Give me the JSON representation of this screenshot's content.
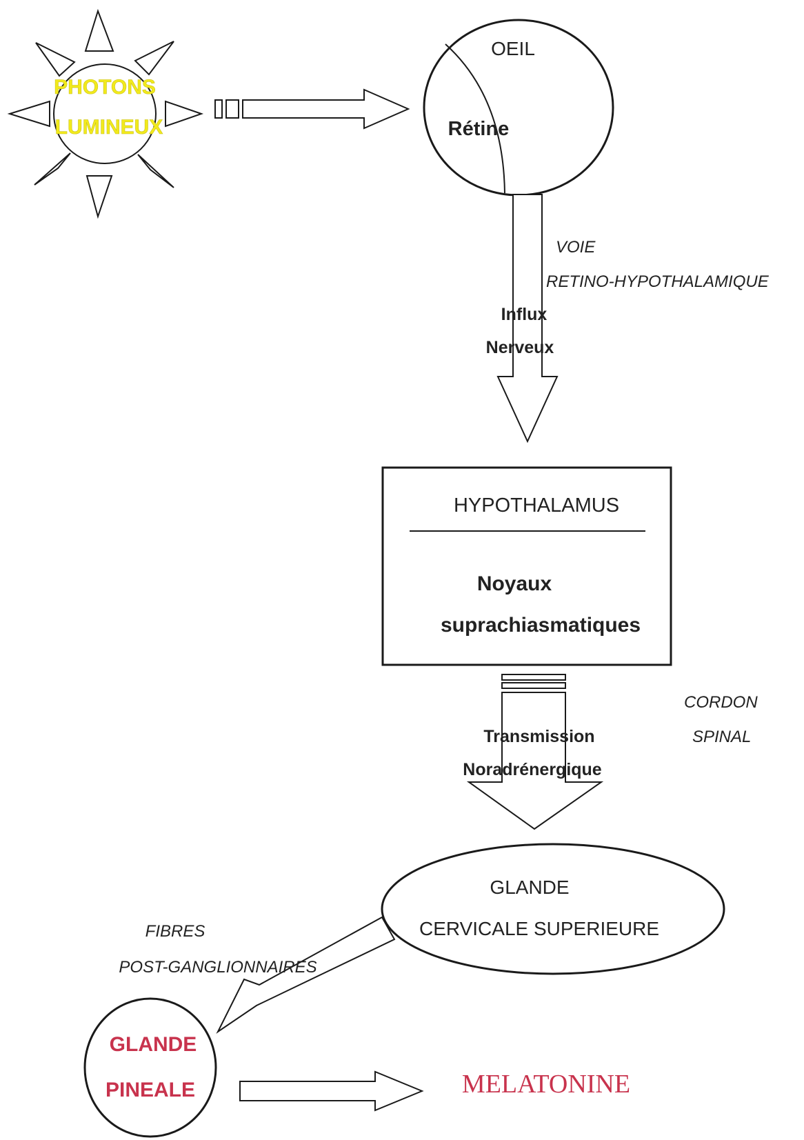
{
  "sun": {
    "line1": "PHOTONS",
    "line2": "LUMINEUX",
    "color": "#f2ea1c"
  },
  "eye": {
    "title": "OEIL",
    "retina": "Rétine"
  },
  "pathway1": {
    "line1": "VOIE",
    "line2": "RETINO-HYPOTHALAMIQUE"
  },
  "influx": {
    "line1": "Influx",
    "line2": "Nerveux"
  },
  "hypothalamus": {
    "title": "HYPOTHALAMUS",
    "line1": "Noyaux",
    "line2": "suprachiasmatiques"
  },
  "transmission": {
    "line1": "Transmission",
    "line2": "Noradrénergique"
  },
  "cordon": {
    "line1": "CORDON",
    "line2": "SPINAL"
  },
  "cervical": {
    "line1": "GLANDE",
    "line2": "CERVICALE SUPERIEURE"
  },
  "fibres": {
    "line1": "FIBRES",
    "line2": "POST-GANGLIONNAIRES"
  },
  "pineal": {
    "line1": "GLANDE",
    "line2": "PINEALE",
    "color": "#c8334d"
  },
  "output": {
    "label": "MELATONINE",
    "color": "#c8334d"
  }
}
